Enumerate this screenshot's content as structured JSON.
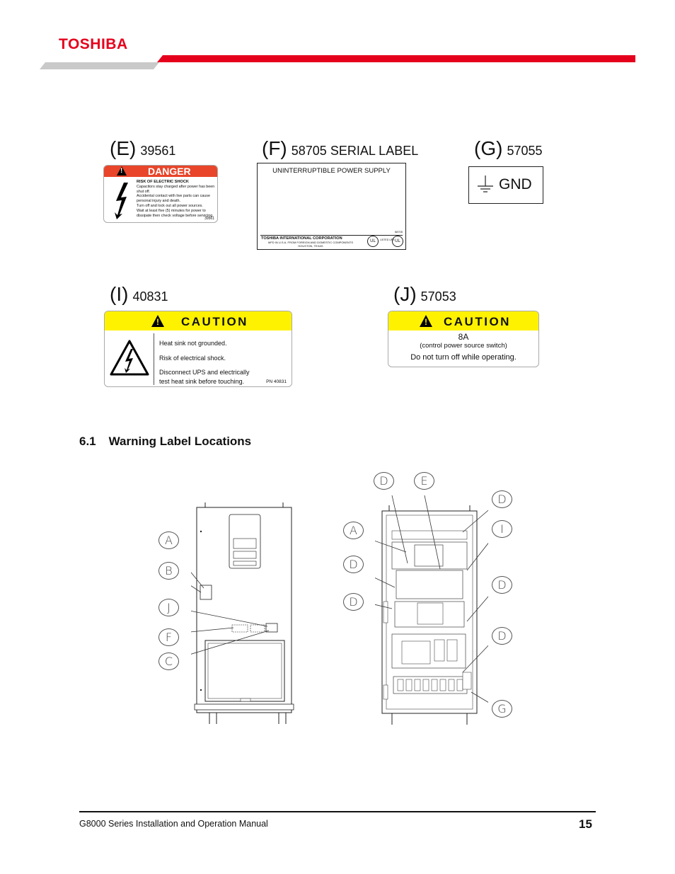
{
  "header": {
    "brand": "TOSHIBA",
    "brand_color": "#e5001c",
    "stripe_color": "#cccccc"
  },
  "labels": {
    "e": {
      "letter": "(E)",
      "number": "39561",
      "signal": "DANGER",
      "heading": "RISK OF ELECTRIC SHOCK",
      "lines": [
        "Capacitors stay charged after power has been shut off.",
        "Accidental contact with live parts can cause personal injury and death.",
        "Turn off and lock out all power sources.",
        "Wait at least five (5) minutes for power to dissipate then check voltage before servicing."
      ],
      "pn": "39561"
    },
    "f": {
      "letter": "(F)",
      "number": "58705 SERIAL LABEL",
      "title": "UNINTERRUPTIBLE POWER SUPPLY",
      "corp": "TOSHIBA INTERNATIONAL CORPORATION",
      "addr": "MFD IN U.S.A. FROM FOREIGN AND DOMESTIC COMPONENTS",
      "city": "HOUSTON, TEXAS",
      "pn": "58705",
      "listed": "LISTED UPS",
      "ul1": "UL",
      "ul2": "UL"
    },
    "g": {
      "letter": "(G)",
      "number": "57055",
      "text": "GND"
    },
    "i": {
      "letter": "(I)",
      "number": "40831",
      "signal": "CAUTION",
      "line1": "Heat sink not grounded.",
      "line2": "Risk of electrical shock.",
      "line3a": "Disconnect UPS and electrically",
      "line3b": "test heat sink before touching.",
      "pn": "PN 40831"
    },
    "j": {
      "letter": "(J)",
      "number": "57053",
      "signal": "CAUTION",
      "rating": "8A",
      "sub": "(control power source switch)",
      "note": "Do not turn off while operating."
    }
  },
  "section": {
    "number": "6.1",
    "title": "Warning Label Locations"
  },
  "diagram": {
    "left_callouts": [
      "A",
      "B",
      "J",
      "F",
      "C"
    ],
    "right_callouts": [
      "D",
      "E",
      "D",
      "A",
      "I",
      "D",
      "D",
      "D",
      "D",
      "G"
    ]
  },
  "footer": {
    "manual": "G8000 Series Installation and Operation Manual",
    "page": "15"
  },
  "colors": {
    "danger": "#e8452a",
    "caution": "#fff200"
  }
}
